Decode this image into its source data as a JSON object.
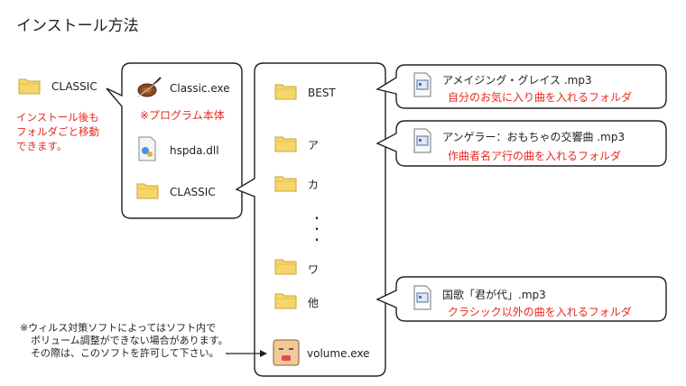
{
  "title": "インストール方法",
  "root": {
    "folder_label": "CLASSIC",
    "note_lines": [
      "インストール後も",
      "フォルダごと移動",
      "できます。"
    ]
  },
  "classic_box": {
    "exe_label": "Classic.exe",
    "program_note": "※プログラム本体",
    "dll_label": "hspda.dll",
    "sub_folder_label": "CLASSIC"
  },
  "sub_box": {
    "folders": [
      "BEST",
      "ア",
      "カ",
      "ワ",
      "他"
    ],
    "ellipsis": "⋮",
    "volume_label": "volume.exe"
  },
  "callouts": [
    {
      "file": "アメイジング・グレイス .mp3",
      "desc": "自分のお気に入り曲を入れるフォルダ"
    },
    {
      "file": "アンゲラー：おもちゃの交響曲 .mp3",
      "desc": "作曲者名ア行の曲を入れるフォルダ"
    },
    {
      "file": "国歌「君が代」.mp3",
      "desc": "クラシック以外の曲を入れるフォルダ"
    }
  ],
  "antivirus_note": [
    "※ウィルス対策ソフトによってはソフト内で",
    "ボリューム調整ができない場合があります。",
    "その際は、このソフトを許可して下さい。"
  ],
  "colors": {
    "accent_red": "#e8281f",
    "folder": "#f6d66a",
    "line": "#222222"
  }
}
